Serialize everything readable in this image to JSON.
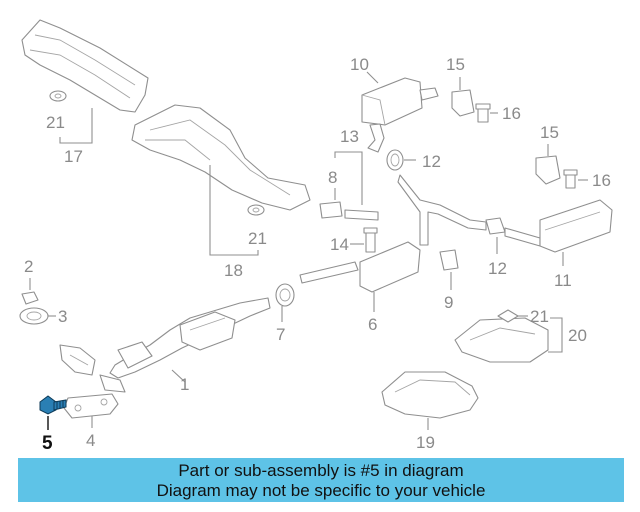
{
  "diagram": {
    "callouts": {
      "c1": "1",
      "c2": "2",
      "c3": "3",
      "c4": "4",
      "c5": "5",
      "c6": "6",
      "c7": "7",
      "c8": "8",
      "c9": "9",
      "c10": "10",
      "c11": "11",
      "c12a": "12",
      "c12b": "12",
      "c13": "13",
      "c14": "14",
      "c15a": "15",
      "c15b": "15",
      "c16a": "16",
      "c16b": "16",
      "c17": "17",
      "c18": "18",
      "c19": "19",
      "c20": "20",
      "c21a": "21",
      "c21b": "21",
      "c21c": "21"
    },
    "highlighted_part": "5",
    "highlight_color": "#2a7fb4"
  },
  "banner": {
    "line1": "Part or sub-assembly is #5 in diagram",
    "line2": "Diagram may not be specific to your vehicle",
    "background": "#5ec3e7"
  }
}
